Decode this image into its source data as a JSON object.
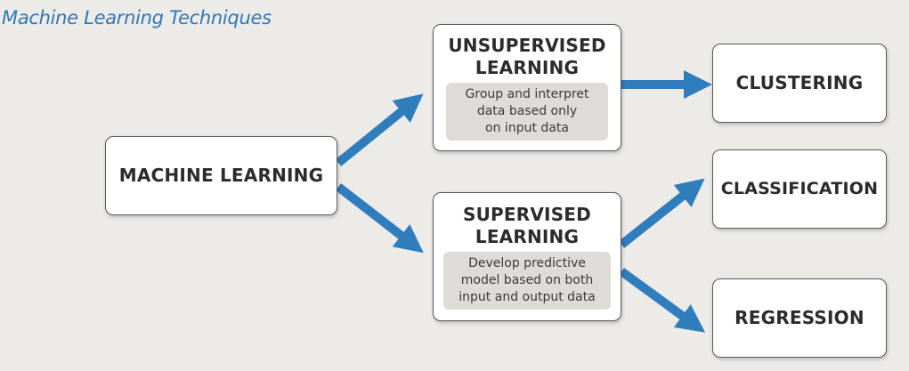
{
  "header": {
    "title": "Machine Learning Techniques"
  },
  "nodes": {
    "machine_learning": {
      "title": "MACHINE LEARNING"
    },
    "unsupervised": {
      "title_lines": [
        "UNSUPERVISED",
        "LEARNING"
      ],
      "description_lines": [
        "Group and interpret",
        "data based only",
        "on input data"
      ]
    },
    "supervised": {
      "title_lines": [
        "SUPERVISED",
        "LEARNING"
      ],
      "description_lines": [
        "Develop predictive",
        "model based on both",
        "input and output data"
      ]
    },
    "clustering": {
      "title": "CLUSTERING"
    },
    "classification": {
      "title": "CLASSIFICATION"
    },
    "regression": {
      "title": "REGRESSION"
    }
  },
  "colors": {
    "arrow": "#2f7dbd",
    "title": "#2f78b7",
    "background": "#ecebe8"
  }
}
